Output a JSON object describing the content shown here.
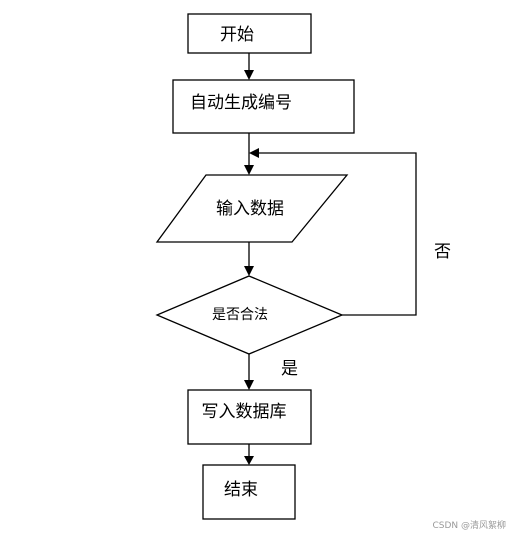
{
  "nodes": {
    "start": "开始",
    "auto_number": "自动生成编号",
    "input_data": "输入数据",
    "is_valid": "是否合法",
    "write_db": "写入数据库",
    "end": "结束"
  },
  "edges": {
    "no_label": "否",
    "yes_label": "是"
  },
  "watermark": "CSDN @清风絮柳"
}
